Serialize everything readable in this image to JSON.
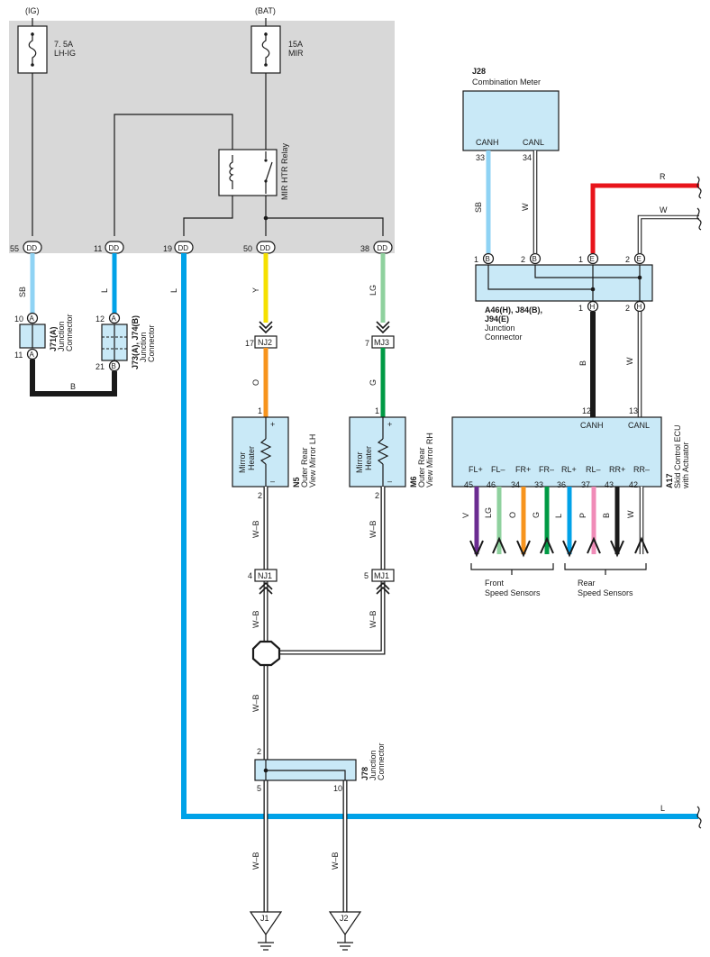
{
  "colors": {
    "panel": "#d8d8d8",
    "box_fill": "#c9e9f7",
    "SB": "#8fd3f4",
    "L": "#00a2e8",
    "B": "#1a1a1a",
    "Y": "#f5e000",
    "LG": "#8fd19e",
    "O": "#f7941d",
    "G": "#009a44",
    "R": "#e8141b",
    "V": "#6b2c91",
    "P": "#f08cb8",
    "W": "#ffffff"
  },
  "power": {
    "ig_label": "(IG)",
    "bat_label": "(BAT)",
    "fuse1_rating": "7. 5A",
    "fuse1_name": "LH-IG",
    "fuse2_rating": "15A",
    "fuse2_name": "MIR",
    "relay_name": "MIR HTR Relay"
  },
  "dd_pins": {
    "p55": "55",
    "p11": "11",
    "p19": "19",
    "p50": "50",
    "p38": "38",
    "dd": "DD"
  },
  "wires": {
    "sb": "SB",
    "l": "L",
    "b": "B",
    "y": "Y",
    "lg": "LG",
    "o": "O",
    "g": "G",
    "wb": "W–B",
    "w": "W",
    "r": "R",
    "v": "V",
    "p": "P"
  },
  "j71": {
    "code": "J71(A)",
    "name1": "Junction",
    "name2": "Connector",
    "pin_top": "10",
    "pin_bot": "11",
    "letter": "A"
  },
  "j73": {
    "code": "J73(A), J74(B)",
    "name1": "Junction",
    "name2": "Connector",
    "pin_top": "12",
    "pin_bot": "21",
    "letter_top": "A",
    "letter_bot": "B"
  },
  "connectors": {
    "nj2": "NJ2",
    "nj2_pin": "17",
    "mj3": "MJ3",
    "mj3_pin": "7",
    "nj1": "NJ1",
    "nj1_pin": "4",
    "mj1": "MJ1",
    "mj1_pin": "5"
  },
  "n5": {
    "code": "N5",
    "line1": "Outer Rear",
    "line2": "View Mirror LH",
    "inner1": "Mirror",
    "inner2": "Heater",
    "pin_top": "1",
    "pin_bot": "2",
    "plus": "+",
    "minus": "–"
  },
  "m6": {
    "code": "M6",
    "line1": "Outer Rear",
    "line2": "View Mirror RH",
    "inner1": "Mirror",
    "inner2": "Heater",
    "pin_top": "1",
    "pin_bot": "2",
    "plus": "+",
    "minus": "–"
  },
  "j78": {
    "code": "J78",
    "name1": "Junction",
    "name2": "Connector",
    "pin_top": "2",
    "pin_left": "5",
    "pin_right": "10"
  },
  "grounds": {
    "j1": "J1",
    "j2": "J2"
  },
  "j28": {
    "code": "J28",
    "name": "Combination Meter",
    "canh": "CANH",
    "canl": "CANL",
    "pin_h": "33",
    "pin_l": "34"
  },
  "a46": {
    "code1": "A46(H), J84(B),",
    "code2": "J94(E)",
    "name1": "Junction",
    "name2": "Connector",
    "p1": "1",
    "p2": "2",
    "p3": "1",
    "p4": "2",
    "p5": "1",
    "p6": "2",
    "lb": "B",
    "le": "E",
    "lh": "H"
  },
  "a17": {
    "code": "A17",
    "name1": "Skid Control ECU",
    "name2": "with Actuator",
    "canh": "CANH",
    "canl": "CANL",
    "pin_canh": "12",
    "pin_canl": "13",
    "sensors": [
      {
        "label": "FL+",
        "pin": "45",
        "wire": "V"
      },
      {
        "label": "FL–",
        "pin": "46",
        "wire": "LG"
      },
      {
        "label": "FR+",
        "pin": "34",
        "wire": "O"
      },
      {
        "label": "FR–",
        "pin": "33",
        "wire": "G"
      },
      {
        "label": "RL+",
        "pin": "36",
        "wire": "L"
      },
      {
        "label": "RL–",
        "pin": "37",
        "wire": "P"
      },
      {
        "label": "RR+",
        "pin": "43",
        "wire": "B"
      },
      {
        "label": "RR–",
        "pin": "42",
        "wire": "W"
      }
    ],
    "front1": "Front",
    "front2": "Speed Sensors",
    "rear1": "Rear",
    "rear2": "Speed Sensors"
  }
}
